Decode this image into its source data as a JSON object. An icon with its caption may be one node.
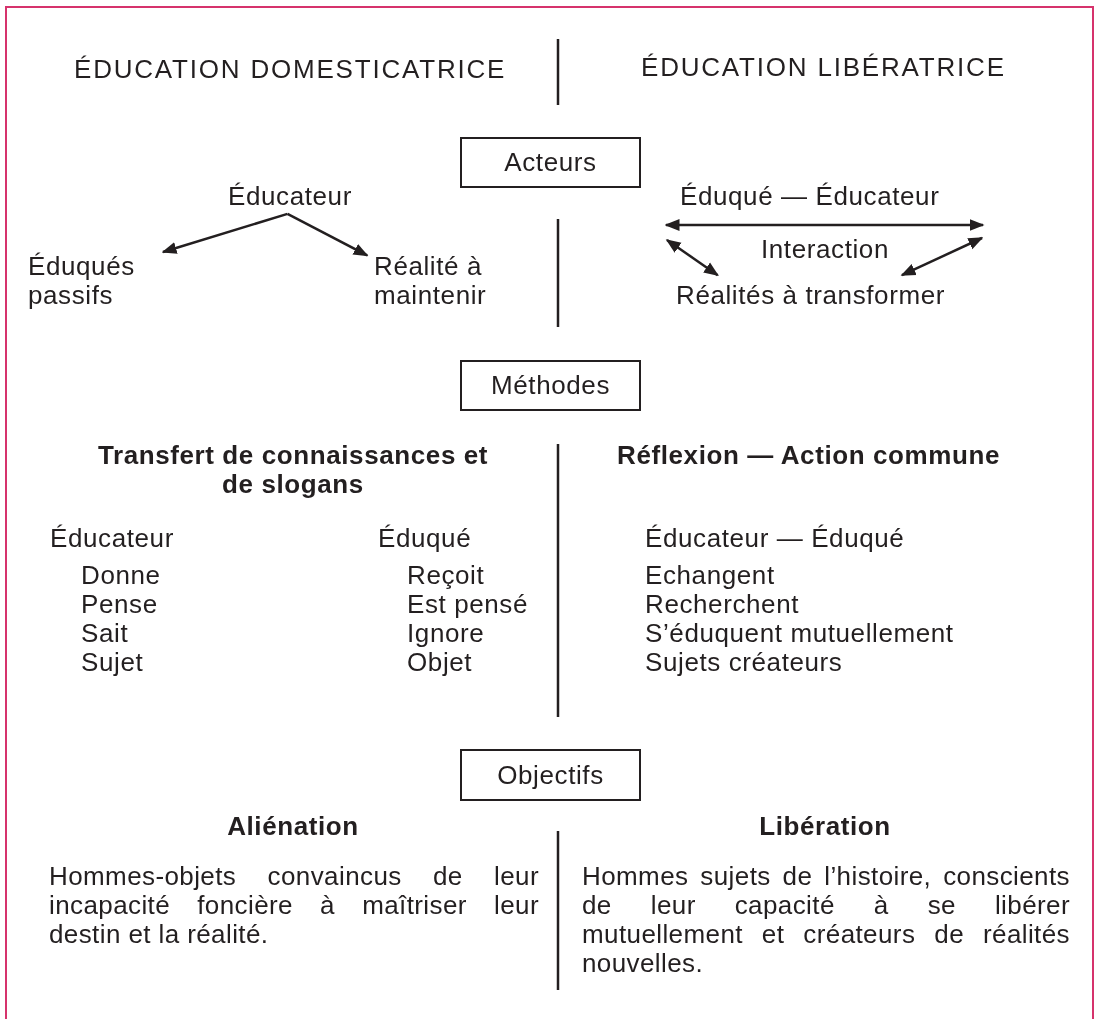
{
  "diagram": {
    "nodes": [
      {
        "text": [
          "Acteurs"
        ]
      },
      {
        "text": [
          "Méthodes"
        ]
      },
      {
        "text": [
          "Objectifs"
        ]
      },
      {
        "text": [
          "Éducateur"
        ]
      },
      {
        "text": [
          "Éduqués passifs"
        ]
      },
      {
        "text": [
          "Réalité à maintenir"
        ]
      },
      {
        "text": [
          "Réalités à transformer"
        ]
      }
    ],
    "edges": [
      {
        "from": 3,
        "to": 4,
        "arrow": "to"
      },
      {
        "from": 3,
        "to": 5,
        "arrow": "to"
      },
      {
        "from": null,
        "to": 6,
        "arrow": "both"
      },
      {
        "from": null,
        "to": 6,
        "arrow": "both"
      }
    ],
    "labels": [
      "ÉDUCATION DOMESTICATRICE",
      "ÉDUCATION LIBÉRATRICE",
      "Éduqué — Éducateur",
      "Interaction",
      "Transfert de connaissances et de slogans",
      "Réflexion — Action commune",
      "Éducateur",
      "Éduqué",
      "Éducateur — Éduqué",
      "Donne",
      "Reçoit",
      "Echangent",
      "Pense",
      "Est pensé",
      "Recherchent",
      "Sait",
      "Ignore",
      "S’éduquent mutuellement",
      "Sujet",
      "Objet",
      "Sujets créateurs",
      "Aliénation",
      "Libération",
      "Hommes-objets convaincus de leur incapacité foncière à maîtriser leur destin et la réalité.",
      "Hommes sujets de l’histoire, conscients de leur capacité à se libérer mutuellement et créateurs de réalités nouvelles."
    ]
  }
}
